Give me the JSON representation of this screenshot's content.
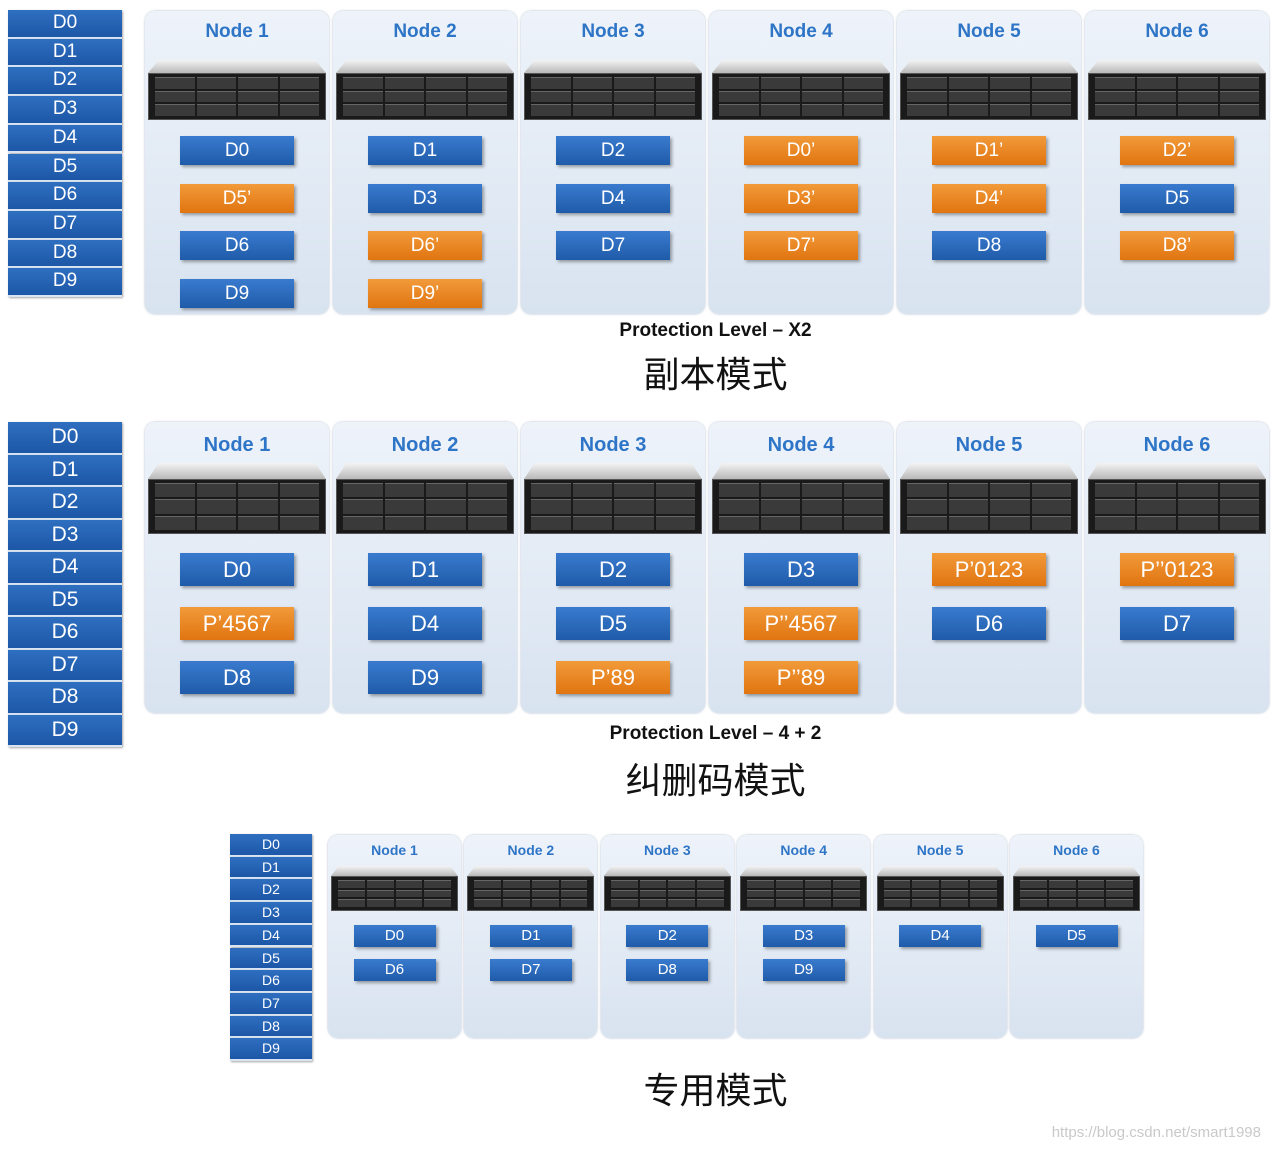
{
  "sections": [
    {
      "data_list": [
        "D0",
        "D1",
        "D2",
        "D3",
        "D4",
        "D5",
        "D6",
        "D7",
        "D8",
        "D9"
      ],
      "nodes": [
        {
          "title": "Node 1",
          "blocks": [
            {
              "label": "D0",
              "color": "#1f5ba9"
            },
            {
              "label": "D5’",
              "color": "#e07510"
            },
            {
              "label": "D6",
              "color": "#1f5ba9"
            },
            {
              "label": "D9",
              "color": "#1f5ba9"
            }
          ]
        },
        {
          "title": "Node 2",
          "blocks": [
            {
              "label": "D1",
              "color": "#1f5ba9"
            },
            {
              "label": "D3",
              "color": "#1f5ba9"
            },
            {
              "label": "D6’",
              "color": "#e07510"
            },
            {
              "label": "D9’",
              "color": "#e07510"
            }
          ]
        },
        {
          "title": "Node 3",
          "blocks": [
            {
              "label": "D2",
              "color": "#1f5ba9"
            },
            {
              "label": "D4",
              "color": "#1f5ba9"
            },
            {
              "label": "D7",
              "color": "#1f5ba9"
            }
          ]
        },
        {
          "title": "Node 4",
          "blocks": [
            {
              "label": "D0’",
              "color": "#e07510"
            },
            {
              "label": "D3’",
              "color": "#e07510"
            },
            {
              "label": "D7’",
              "color": "#e07510"
            }
          ]
        },
        {
          "title": "Node 5",
          "blocks": [
            {
              "label": "D1’",
              "color": "#e07510"
            },
            {
              "label": "D4’",
              "color": "#e07510"
            },
            {
              "label": "D8",
              "color": "#1f5ba9"
            }
          ]
        },
        {
          "title": "Node 6",
          "blocks": [
            {
              "label": "D2’",
              "color": "#e07510"
            },
            {
              "label": "D5",
              "color": "#1f5ba9"
            },
            {
              "label": "D8’",
              "color": "#e07510"
            }
          ]
        }
      ],
      "subtitle": "Protection Level – X2",
      "caption": "副本模式"
    },
    {
      "data_list": [
        "D0",
        "D1",
        "D2",
        "D3",
        "D4",
        "D5",
        "D6",
        "D7",
        "D8",
        "D9"
      ],
      "nodes": [
        {
          "title": "Node 1",
          "blocks": [
            {
              "label": "D0",
              "color": "#1f5ba9"
            },
            {
              "label": "P’4567",
              "color": "#e07510"
            },
            {
              "label": "D8",
              "color": "#1f5ba9"
            }
          ]
        },
        {
          "title": "Node 2",
          "blocks": [
            {
              "label": "D1",
              "color": "#1f5ba9"
            },
            {
              "label": "D4",
              "color": "#1f5ba9"
            },
            {
              "label": "D9",
              "color": "#1f5ba9"
            }
          ]
        },
        {
          "title": "Node 3",
          "blocks": [
            {
              "label": "D2",
              "color": "#1f5ba9"
            },
            {
              "label": "D5",
              "color": "#1f5ba9"
            },
            {
              "label": "P’89",
              "color": "#e07510"
            }
          ]
        },
        {
          "title": "Node 4",
          "blocks": [
            {
              "label": "D3",
              "color": "#1f5ba9"
            },
            {
              "label": "P’’4567",
              "color": "#e07510"
            },
            {
              "label": "P’’89",
              "color": "#e07510"
            }
          ]
        },
        {
          "title": "Node 5",
          "blocks": [
            {
              "label": "P’0123",
              "color": "#e07510"
            },
            {
              "label": "D6",
              "color": "#1f5ba9"
            }
          ]
        },
        {
          "title": "Node 6",
          "blocks": [
            {
              "label": "P’’0123",
              "color": "#e07510"
            },
            {
              "label": "D7",
              "color": "#1f5ba9"
            }
          ]
        }
      ],
      "subtitle": "Protection Level – 4 + 2",
      "caption": "纠删码模式"
    },
    {
      "data_list": [
        "D0",
        "D1",
        "D2",
        "D3",
        "D4",
        "D5",
        "D6",
        "D7",
        "D8",
        "D9"
      ],
      "nodes": [
        {
          "title": "Node 1",
          "blocks": [
            {
              "label": "D0",
              "color": "#1f5ba9"
            },
            {
              "label": "D6",
              "color": "#1f5ba9"
            }
          ]
        },
        {
          "title": "Node 2",
          "blocks": [
            {
              "label": "D1",
              "color": "#1f5ba9"
            },
            {
              "label": "D7",
              "color": "#1f5ba9"
            }
          ]
        },
        {
          "title": "Node 3",
          "blocks": [
            {
              "label": "D2",
              "color": "#1f5ba9"
            },
            {
              "label": "D8",
              "color": "#1f5ba9"
            }
          ]
        },
        {
          "title": "Node 4",
          "blocks": [
            {
              "label": "D3",
              "color": "#1f5ba9"
            },
            {
              "label": "D9",
              "color": "#1f5ba9"
            }
          ]
        },
        {
          "title": "Node 5",
          "blocks": [
            {
              "label": "D4",
              "color": "#1f5ba9"
            }
          ]
        },
        {
          "title": "Node 6",
          "blocks": [
            {
              "label": "D5",
              "color": "#1f5ba9"
            }
          ]
        }
      ],
      "subtitle": "",
      "caption": "专用模式"
    }
  ],
  "watermark": "https://blog.csdn.net/smart1998"
}
